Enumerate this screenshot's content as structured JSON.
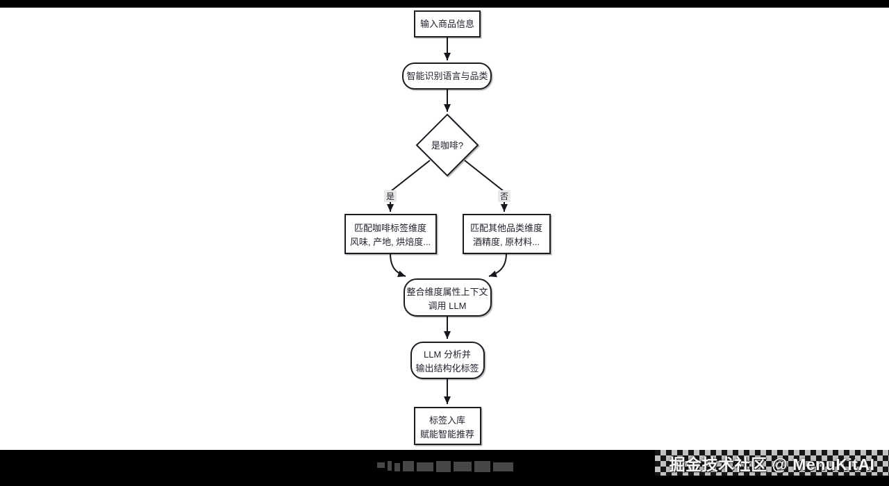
{
  "colors": {
    "letterbox": "#000000",
    "canvas_bg": "#ffffff",
    "node_border": "#1a1a24",
    "node_fill": "#ffffff",
    "node_text": "#22222e",
    "edge": "#16161d",
    "edge_label_bg": "#e8e8e8",
    "watermark_text": "#f7f7f7"
  },
  "flowchart": {
    "nodes": [
      {
        "id": "input",
        "shape": "rect",
        "lines": [
          "输入商品信息"
        ]
      },
      {
        "id": "detect",
        "shape": "rounded",
        "lines": [
          "智能识别语言与品类"
        ]
      },
      {
        "id": "is-coffee",
        "shape": "diamond",
        "lines": [
          "是咖啡?"
        ]
      },
      {
        "id": "coffee-dims",
        "shape": "rect",
        "lines": [
          "匹配咖啡标签维度",
          "风味, 产地, 烘焙度..."
        ]
      },
      {
        "id": "other-dims",
        "shape": "rect",
        "lines": [
          "匹配其他品类维度",
          "酒精度, 原材料..."
        ]
      },
      {
        "id": "context",
        "shape": "rounded",
        "lines": [
          "整合维度属性上下文",
          "调用 LLM"
        ]
      },
      {
        "id": "llm",
        "shape": "rounded",
        "lines": [
          "LLM 分析并",
          "输出结构化标签"
        ]
      },
      {
        "id": "store",
        "shape": "rect",
        "lines": [
          "标签入库",
          "赋能智能推荐"
        ]
      }
    ],
    "edge_labels": {
      "yes": "是",
      "no": "否"
    }
  },
  "watermark": {
    "text": "掘金技术社区 @ MenuKitAI"
  }
}
